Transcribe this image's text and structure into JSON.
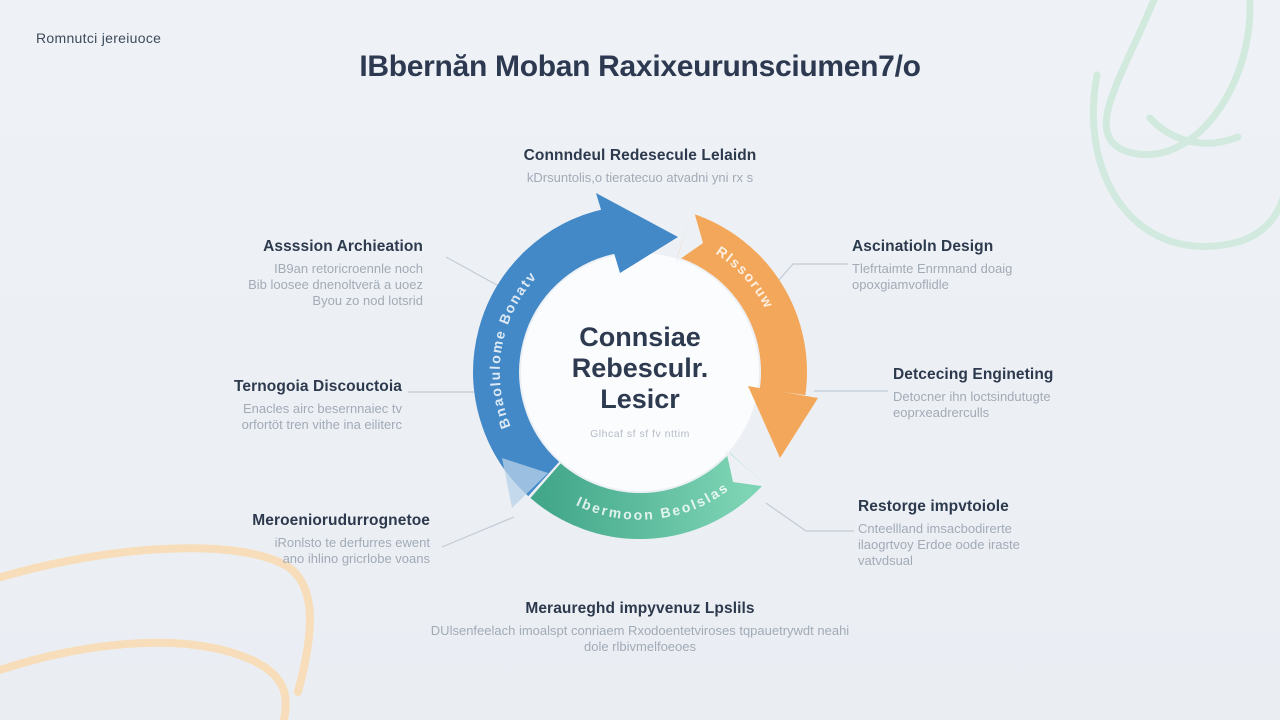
{
  "page": {
    "corner_note": "Romnutci jereiuoce",
    "title": "IBbernăn Moban Raxixeurunsciumen7/o"
  },
  "center": {
    "line1": "Connsiae",
    "line2": "Rebesculr.",
    "line3": "Lesicr",
    "caption": "Glhcaf sf sf fv nttim"
  },
  "arc_labels": {
    "blue": "Bnaolulome Bonatv",
    "orange": "Rlssoruw",
    "green": "Ibermoon Beolslas"
  },
  "nodes": {
    "top": {
      "title": "Connndeul Redesecule Lelaidn",
      "desc": "kDrsuntolis,o tieratecuo atvadni yni rx s"
    },
    "left": [
      {
        "title": "Assssion Archieation",
        "lines": [
          "IB9an retoricroennle noch",
          "Bib loosee dnenoltverä a uoez",
          "Byou zo nod lotsrid"
        ]
      },
      {
        "title": "Ternogoia Discouctoia",
        "lines": [
          "Enacles airc besernnaiec tv",
          "orfortöt tren vithe ina eiliterc"
        ]
      },
      {
        "title": "Meroeniorudurrognetoe",
        "lines": [
          "iRonlsto te derfurres ewent",
          "ano ihlino gricrlobe voans"
        ]
      }
    ],
    "right": [
      {
        "title": "Ascinatioln Design",
        "lines": [
          "Tlefrtaimte Enrmnand doaig",
          "opoxgiamvoflidle"
        ]
      },
      {
        "title": "Detcecing Engineting",
        "lines": [
          "Detocner ihn loctsindutugte",
          "eoprxeadrerculls"
        ]
      },
      {
        "title": "Restorge impvtoiole",
        "lines": [
          "Cnteellland imsacbodirerte",
          "ilaogrtvoy Erdoe oode iraste",
          "vatvdsual"
        ]
      }
    ],
    "bottom": {
      "title": "Meraureghd impyvenuz Lpslils",
      "lines": [
        "DUlsenfeelach imoalspt conriaem Rxodoentetviroses tqpauetrywdt neahi",
        "dole rlbivmelfoeoes"
      ]
    }
  },
  "colors": {
    "background": "#edf1f5",
    "title_text": "#2c3950",
    "label_text": "#2d394c",
    "muted_text": "#a2aab6",
    "arc_blue": "#4489c7",
    "arc_orange": "#f3a75a",
    "arc_green_light": "#7ed5b5",
    "arc_green_dark": "#43a78a",
    "swirl_mint": "#cfe9dc",
    "swirl_peach": "#f8ddb6",
    "connector": "#c2cad4"
  }
}
